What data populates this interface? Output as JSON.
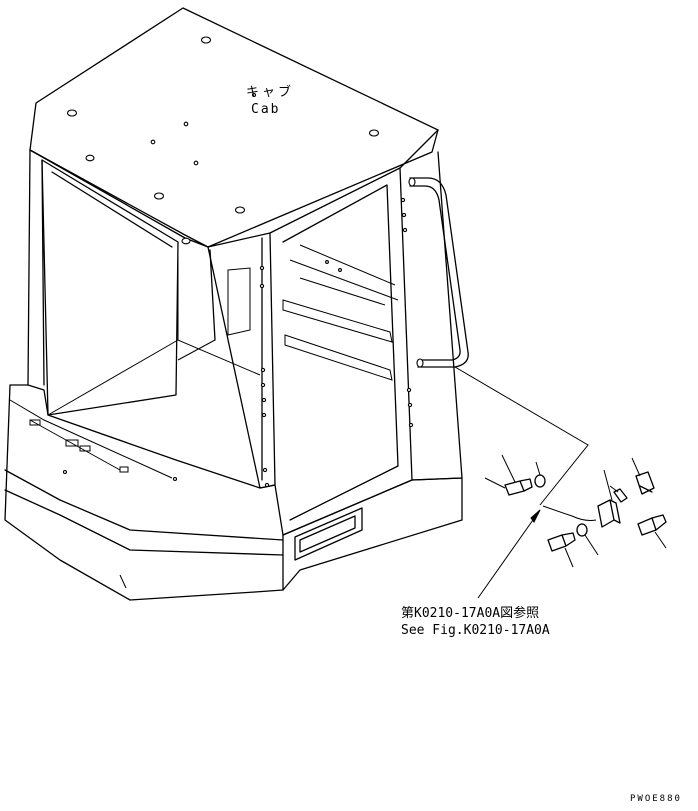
{
  "labels": {
    "cab_jp": "キャブ",
    "cab_en": "Cab",
    "ref_jp": "第K0210-17A0A図参照",
    "ref_en": "See Fig.K0210-17A0A",
    "drawing_code": "PWOE880"
  },
  "parts": [
    {
      "name": "cab-body",
      "kind": "assembly"
    },
    {
      "name": "handrail",
      "kind": "part"
    },
    {
      "name": "bolt",
      "kind": "part"
    },
    {
      "name": "washer",
      "kind": "part"
    },
    {
      "name": "bracket",
      "kind": "part"
    },
    {
      "name": "clip",
      "kind": "part"
    },
    {
      "name": "spacer",
      "kind": "part"
    },
    {
      "name": "harness",
      "kind": "part"
    }
  ]
}
